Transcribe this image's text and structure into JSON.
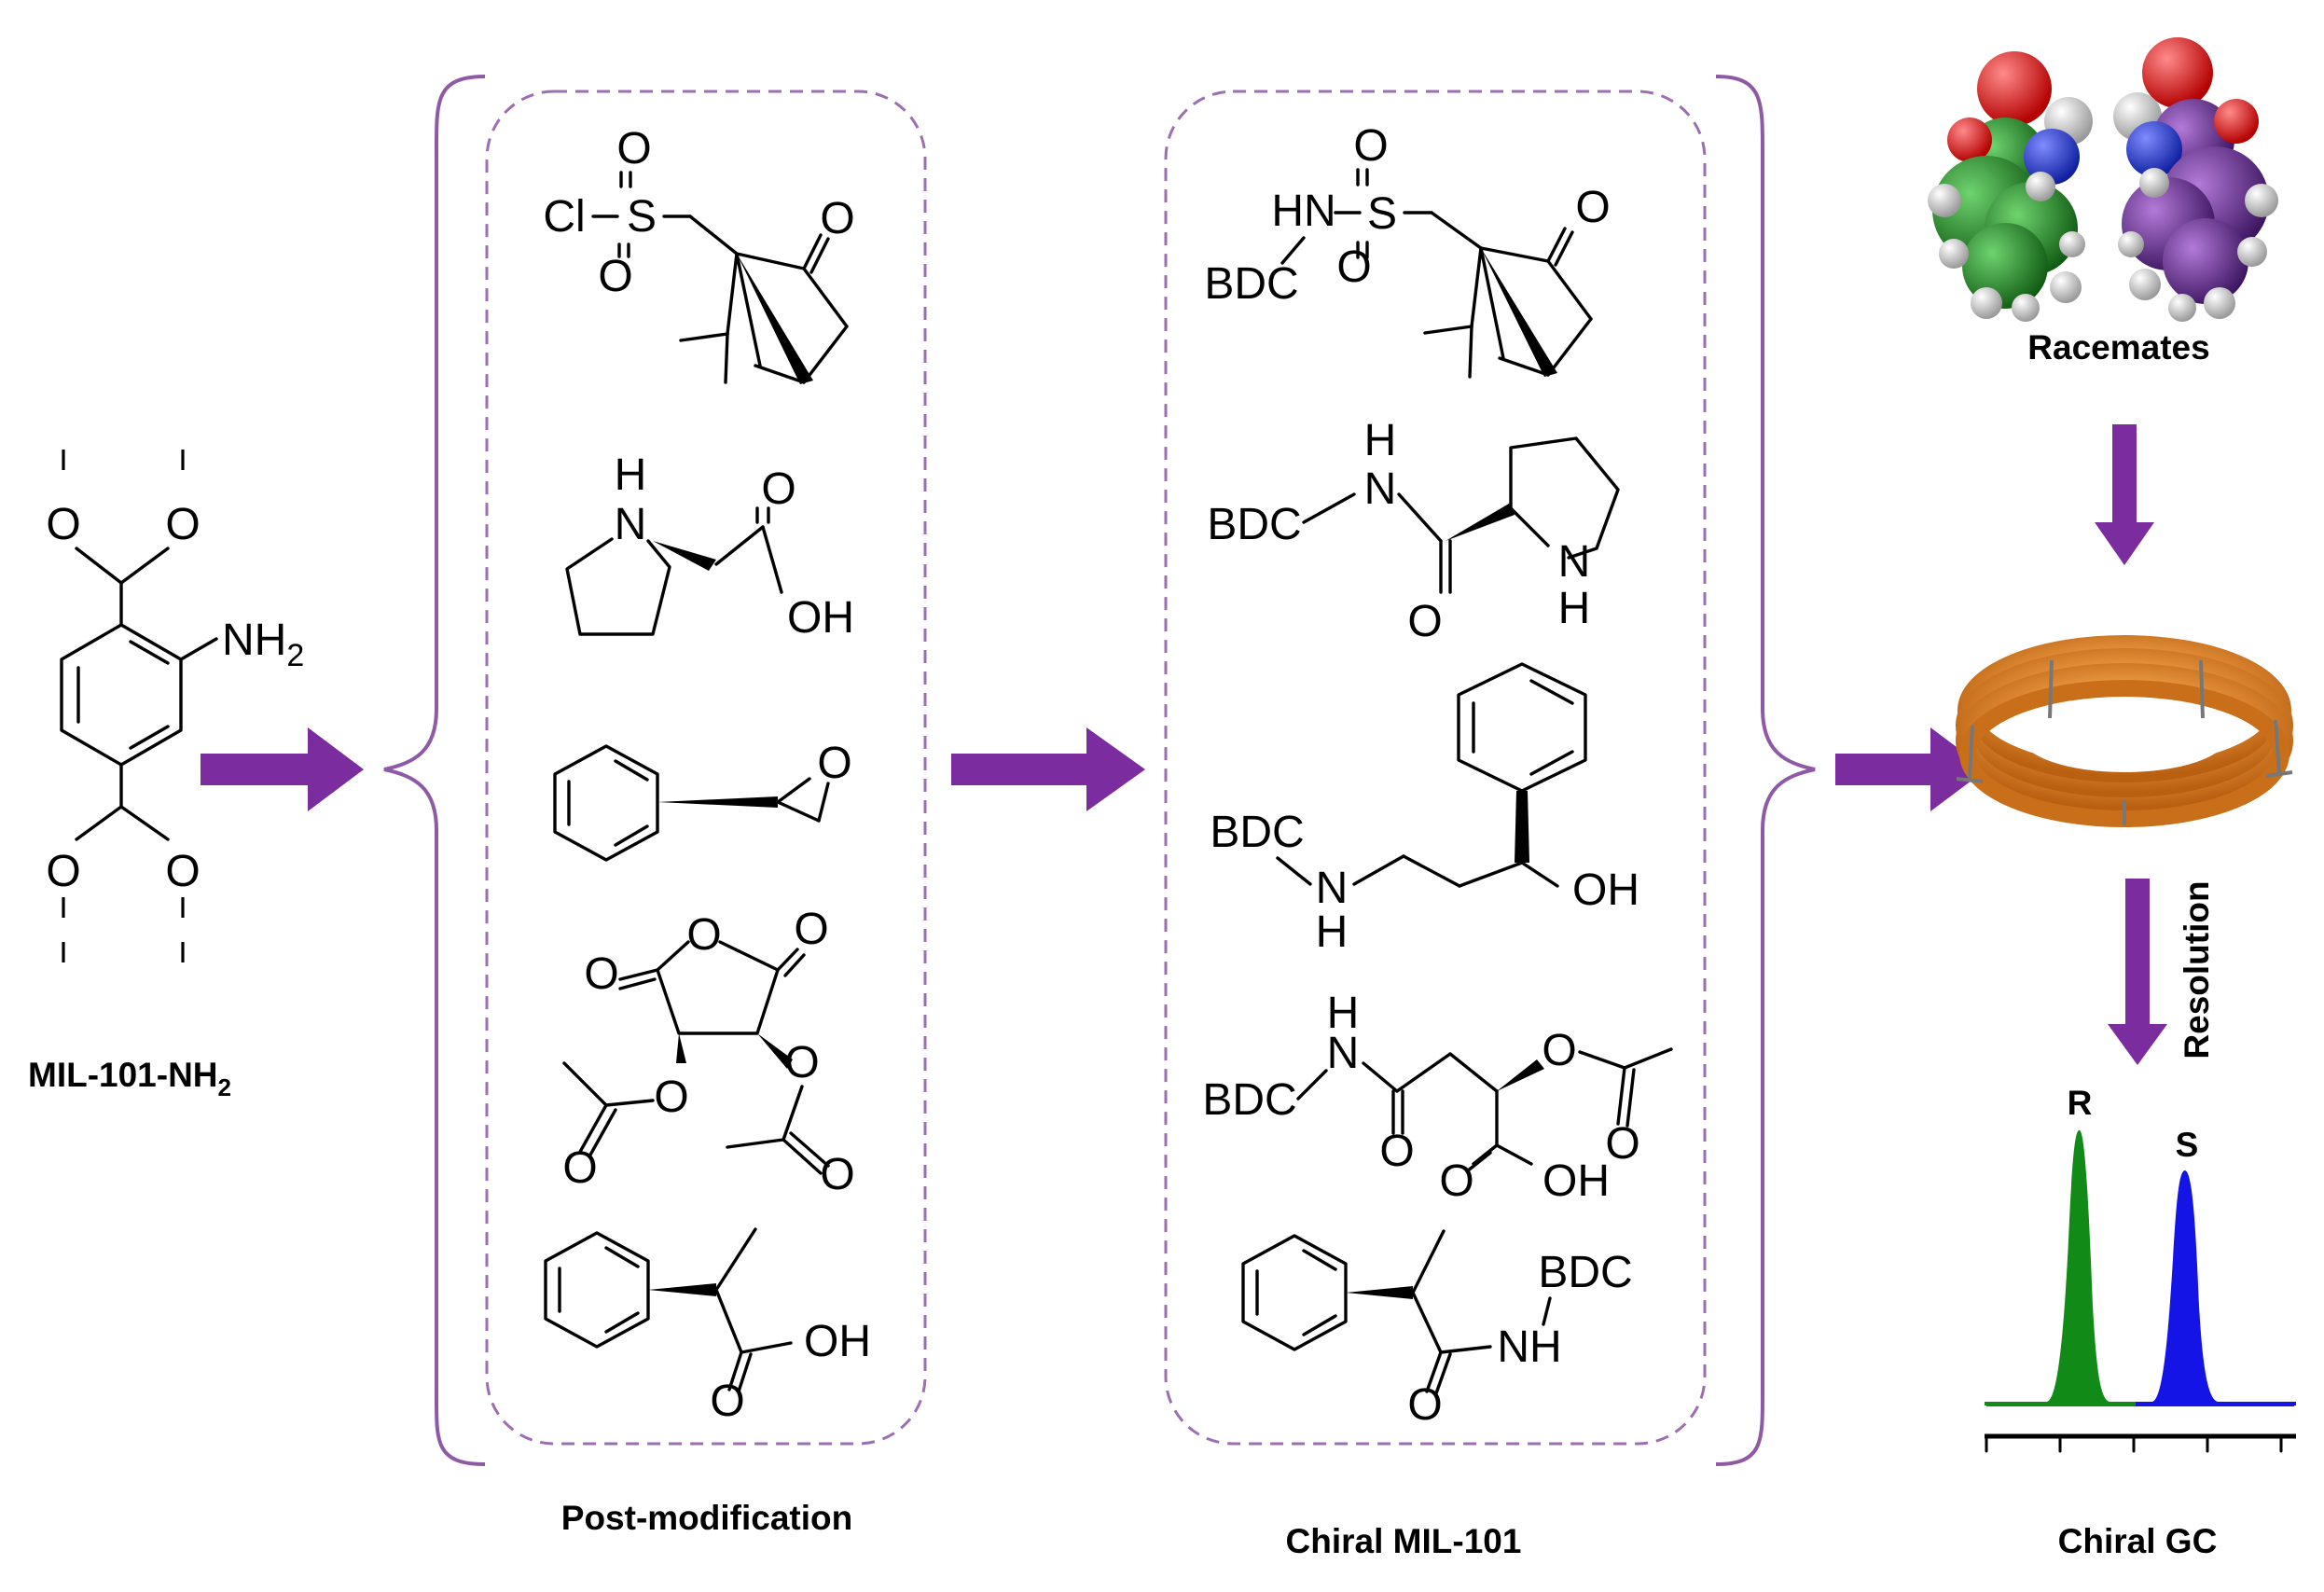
{
  "labels": {
    "mil": "MIL-101-NH",
    "mil_sub": "2",
    "post": "Post-modification",
    "chiral_mil": "Chiral MIL-101",
    "racemates": "Racemates",
    "resolution": "Resolution",
    "chiral_gc": "Chiral GC",
    "peak_r": "R",
    "peak_s": "S"
  },
  "atoms": {
    "o": "O",
    "nh2": "NH",
    "nh2_sub": "2",
    "cl": "Cl",
    "s": "S",
    "h": "H",
    "n": "N",
    "oh": "OH",
    "hn": "HN",
    "nh": "NH",
    "bdc": "BDC"
  },
  "colors": {
    "arrow": "#7b2c9e",
    "bracket": "#8e5aa6",
    "panel_border": "#9b6fb0",
    "peak_r": "#128a18",
    "peak_s": "#1414e6"
  }
}
